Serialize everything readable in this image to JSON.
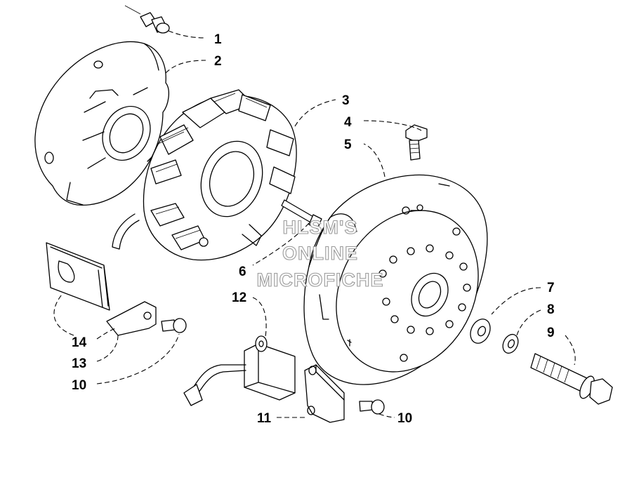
{
  "watermark": {
    "line1": "HLSM'S",
    "line2": "ONLINE",
    "line3": "MICROFICHE"
  },
  "callouts": [
    {
      "id": "c1",
      "label": "1"
    },
    {
      "id": "c2",
      "label": "2"
    },
    {
      "id": "c3",
      "label": "3"
    },
    {
      "id": "c4",
      "label": "4"
    },
    {
      "id": "c5",
      "label": "5"
    },
    {
      "id": "c6",
      "label": "6"
    },
    {
      "id": "c7",
      "label": "7"
    },
    {
      "id": "c8",
      "label": "8"
    },
    {
      "id": "c9",
      "label": "9"
    },
    {
      "id": "c10a",
      "label": "10"
    },
    {
      "id": "c10b",
      "label": "10"
    },
    {
      "id": "c11",
      "label": "11"
    },
    {
      "id": "c12",
      "label": "12"
    },
    {
      "id": "c13",
      "label": "13"
    },
    {
      "id": "c14",
      "label": "14"
    }
  ]
}
